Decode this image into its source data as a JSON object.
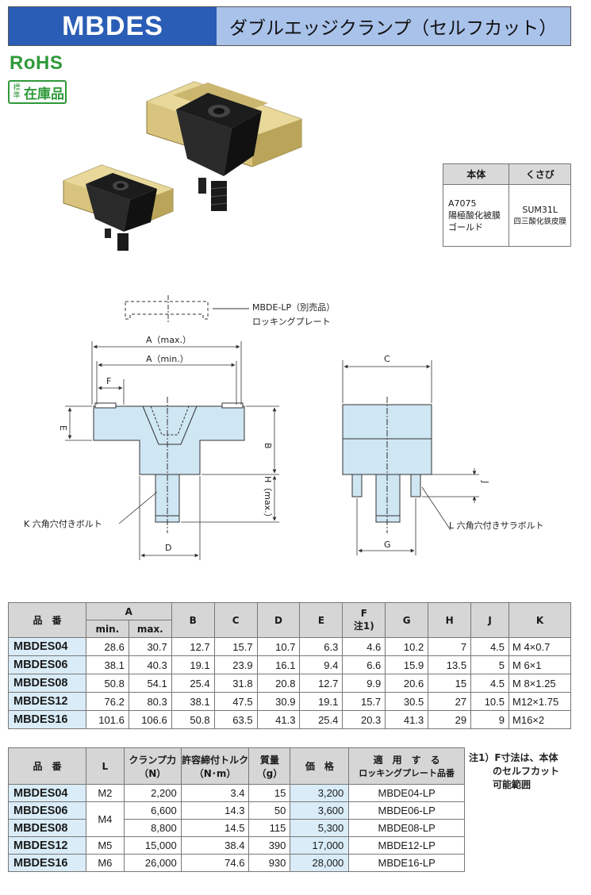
{
  "header": {
    "code": "MBDES",
    "title": "ダブルエッジクランプ（セルフカット）"
  },
  "badges": {
    "rohs": "RoHS",
    "stock_small": "標準",
    "stock_big": "在庫品"
  },
  "material": {
    "col1_header": "本体",
    "col2_header": "くさび",
    "col1_line1": "A7075",
    "col1_line2": "陽極酸化被膜",
    "col1_line3": "ゴールド",
    "col2_line1": "SUM31L",
    "col2_line2": "四三酸化鉄皮膜"
  },
  "drawing": {
    "plate_label": "MBDE-LP（別売品）",
    "plate_label2": "ロッキングプレート",
    "dim_a_max": "A（max.）",
    "dim_a_min": "A（min.）",
    "dim_f": "F",
    "dim_e": "E",
    "dim_b": "B",
    "dim_h": "H（max.）",
    "dim_d": "D",
    "dim_c": "C",
    "dim_j": "J",
    "dim_g": "G",
    "bolt_k": "K 六角穴付きボルト",
    "bolt_l": "L 六角穴付きサラボルト"
  },
  "table1": {
    "headers": {
      "part": "品　番",
      "a": "A",
      "a_min": "min.",
      "a_max": "max.",
      "b": "B",
      "c": "C",
      "d": "D",
      "e": "E",
      "f": "F",
      "f_note": "注1)",
      "g": "G",
      "h": "H",
      "j": "J",
      "k": "K"
    },
    "rows": [
      [
        "MBDES04",
        "28.6",
        "30.7",
        "12.7",
        "15.7",
        "10.7",
        "6.3",
        "4.6",
        "10.2",
        "7",
        "4.5",
        "M  4×0.7"
      ],
      [
        "MBDES06",
        "38.1",
        "40.3",
        "19.1",
        "23.9",
        "16.1",
        "9.4",
        "6.6",
        "15.9",
        "13.5",
        "5",
        "M  6×1"
      ],
      [
        "MBDES08",
        "50.8",
        "54.1",
        "25.4",
        "31.8",
        "20.8",
        "12.7",
        "9.9",
        "20.6",
        "15",
        "4.5",
        "M  8×1.25"
      ],
      [
        "MBDES12",
        "76.2",
        "80.3",
        "38.1",
        "47.5",
        "30.9",
        "19.1",
        "15.7",
        "30.5",
        "27",
        "10.5",
        "M12×1.75"
      ],
      [
        "MBDES16",
        "101.6",
        "106.6",
        "50.8",
        "63.5",
        "41.3",
        "25.4",
        "20.3",
        "41.3",
        "29",
        "9",
        "M16×2"
      ]
    ]
  },
  "table2": {
    "headers": {
      "part": "品　番",
      "l": "L",
      "force": "クランプ力",
      "force_unit": "（N）",
      "torque": "許容締付トルク",
      "torque_unit": "（N･m）",
      "mass": "質量",
      "mass_unit": "（g）",
      "price": "価　格",
      "plate": "適　用　す　る",
      "plate2": "ロッキングプレート品番"
    },
    "rows": [
      {
        "part": "MBDES04",
        "l": "M2",
        "force": "2,200",
        "torque": "3.4",
        "mass": "15",
        "price": "3,200",
        "plate": "MBDE04-LP"
      },
      {
        "part": "MBDES06",
        "l": "M4",
        "force": "6,600",
        "torque": "14.3",
        "mass": "50",
        "price": "3,600",
        "plate": "MBDE06-LP"
      },
      {
        "part": "MBDES08",
        "l": "",
        "force": "8,800",
        "torque": "14.5",
        "mass": "115",
        "price": "5,300",
        "plate": "MBDE08-LP"
      },
      {
        "part": "MBDES12",
        "l": "M5",
        "force": "15,000",
        "torque": "38.4",
        "mass": "390",
        "price": "17,000",
        "plate": "MBDE12-LP"
      },
      {
        "part": "MBDES16",
        "l": "M6",
        "force": "26,000",
        "torque": "74.6",
        "mass": "930",
        "price": "28,000",
        "plate": "MBDE16-LP"
      }
    ]
  },
  "note": {
    "line1": "注1）F寸法は、本体",
    "line2": "のセルフカット",
    "line3": "可能範囲"
  },
  "colors": {
    "header_blue": "#2a5db5",
    "header_light": "#a9c2ea",
    "rohs_green": "#2f9a3a",
    "part_bg": "#d9ecf7",
    "drawing_fill": "#cfe6f3",
    "brass": "#d8c27a"
  }
}
